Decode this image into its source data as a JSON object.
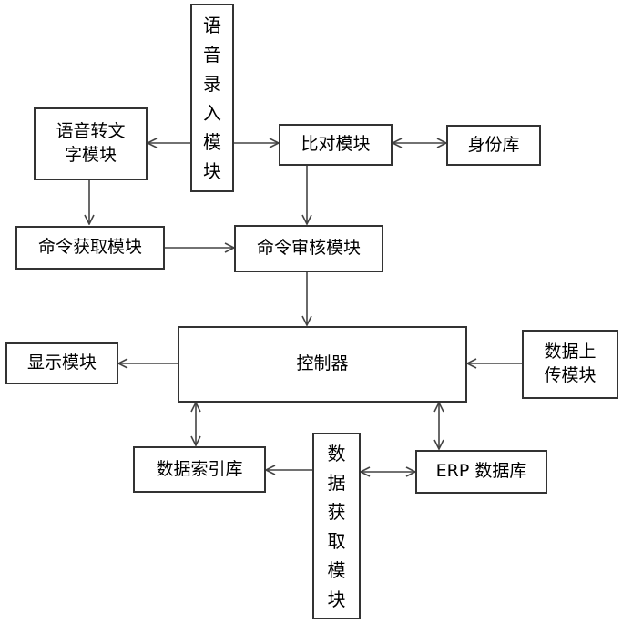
{
  "nodes": {
    "voice_input": [
      "语",
      "音",
      "录",
      "入",
      "模",
      "块"
    ],
    "speech_to_text": [
      "语音转文",
      "字模块"
    ],
    "compare": "比对模块",
    "identity_db": "身份库",
    "command_fetch": "命令获取模块",
    "command_review": "命令审核模块",
    "display": "显示模块",
    "controller": "控制器",
    "data_upload": [
      "数据上",
      "传模块"
    ],
    "data_index": "数据索引库",
    "data_fetch": [
      "数",
      "据",
      "获",
      "取",
      "模",
      "块"
    ],
    "erp_db": "ERP 数据库"
  },
  "connections": [
    {
      "from": "voice_input",
      "to": "speech_to_text",
      "direction": "one-way"
    },
    {
      "from": "voice_input",
      "to": "compare",
      "direction": "one-way"
    },
    {
      "from": "compare",
      "to": "identity_db",
      "direction": "two-way"
    },
    {
      "from": "speech_to_text",
      "to": "command_fetch",
      "direction": "one-way"
    },
    {
      "from": "compare",
      "to": "command_review",
      "direction": "one-way"
    },
    {
      "from": "command_fetch",
      "to": "command_review",
      "direction": "one-way"
    },
    {
      "from": "command_review",
      "to": "controller",
      "direction": "one-way"
    },
    {
      "from": "controller",
      "to": "display",
      "direction": "one-way"
    },
    {
      "from": "data_upload",
      "to": "controller",
      "direction": "one-way"
    },
    {
      "from": "controller",
      "to": "data_index",
      "direction": "two-way"
    },
    {
      "from": "controller",
      "to": "erp_db",
      "direction": "two-way"
    },
    {
      "from": "data_fetch",
      "to": "data_index",
      "direction": "one-way"
    },
    {
      "from": "data_fetch",
      "to": "erp_db",
      "direction": "two-way"
    }
  ]
}
